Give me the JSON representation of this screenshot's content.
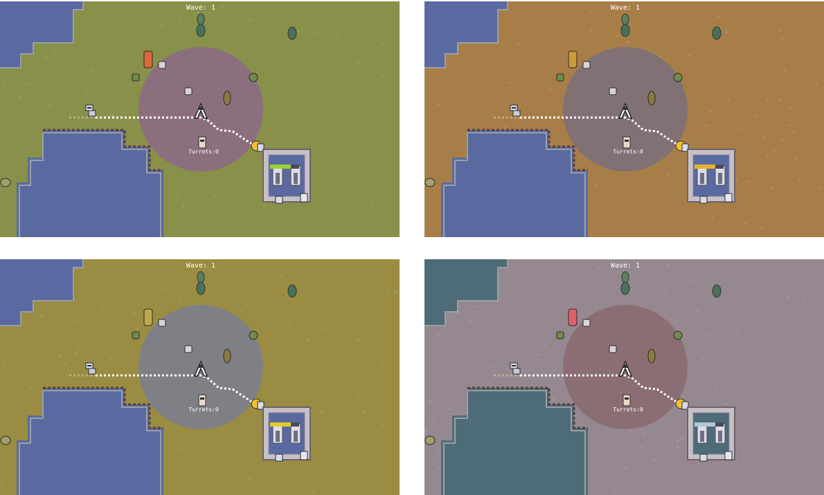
{
  "panels": [
    {
      "wave_label": "Wave: 1",
      "turrets_label": "Turrets:0",
      "palette": {
        "ground": "#88904a",
        "water": "#5a6aa0",
        "shore": "#9aa0a8",
        "range": "#8c6a88",
        "bar": "#9ad234",
        "accent": "#d9683c"
      }
    },
    {
      "wave_label": "Wave: 1",
      "turrets_label": "Turrets:0",
      "palette": {
        "ground": "#a87e48",
        "water": "#5a6aa0",
        "shore": "#9aa0a8",
        "range": "#7a6e7c",
        "bar": "#e6b42a",
        "accent": "#cc9a3a"
      }
    },
    {
      "wave_label": "Wave: 1",
      "turrets_label": "Turrets:0",
      "palette": {
        "ground": "#9a8c42",
        "water": "#5a6aa0",
        "shore": "#9aa0a8",
        "range": "#7a7e90",
        "bar": "#e0cc30",
        "accent": "#bfa846"
      }
    },
    {
      "wave_label": "Wave: 1",
      "turrets_label": "Turrets:0",
      "palette": {
        "ground": "#968890",
        "water": "#4e6c78",
        "shore": "#9aa0a8",
        "range": "#8a6a70",
        "bar": "#b0c8d8",
        "accent": "#e0606a"
      }
    }
  ]
}
